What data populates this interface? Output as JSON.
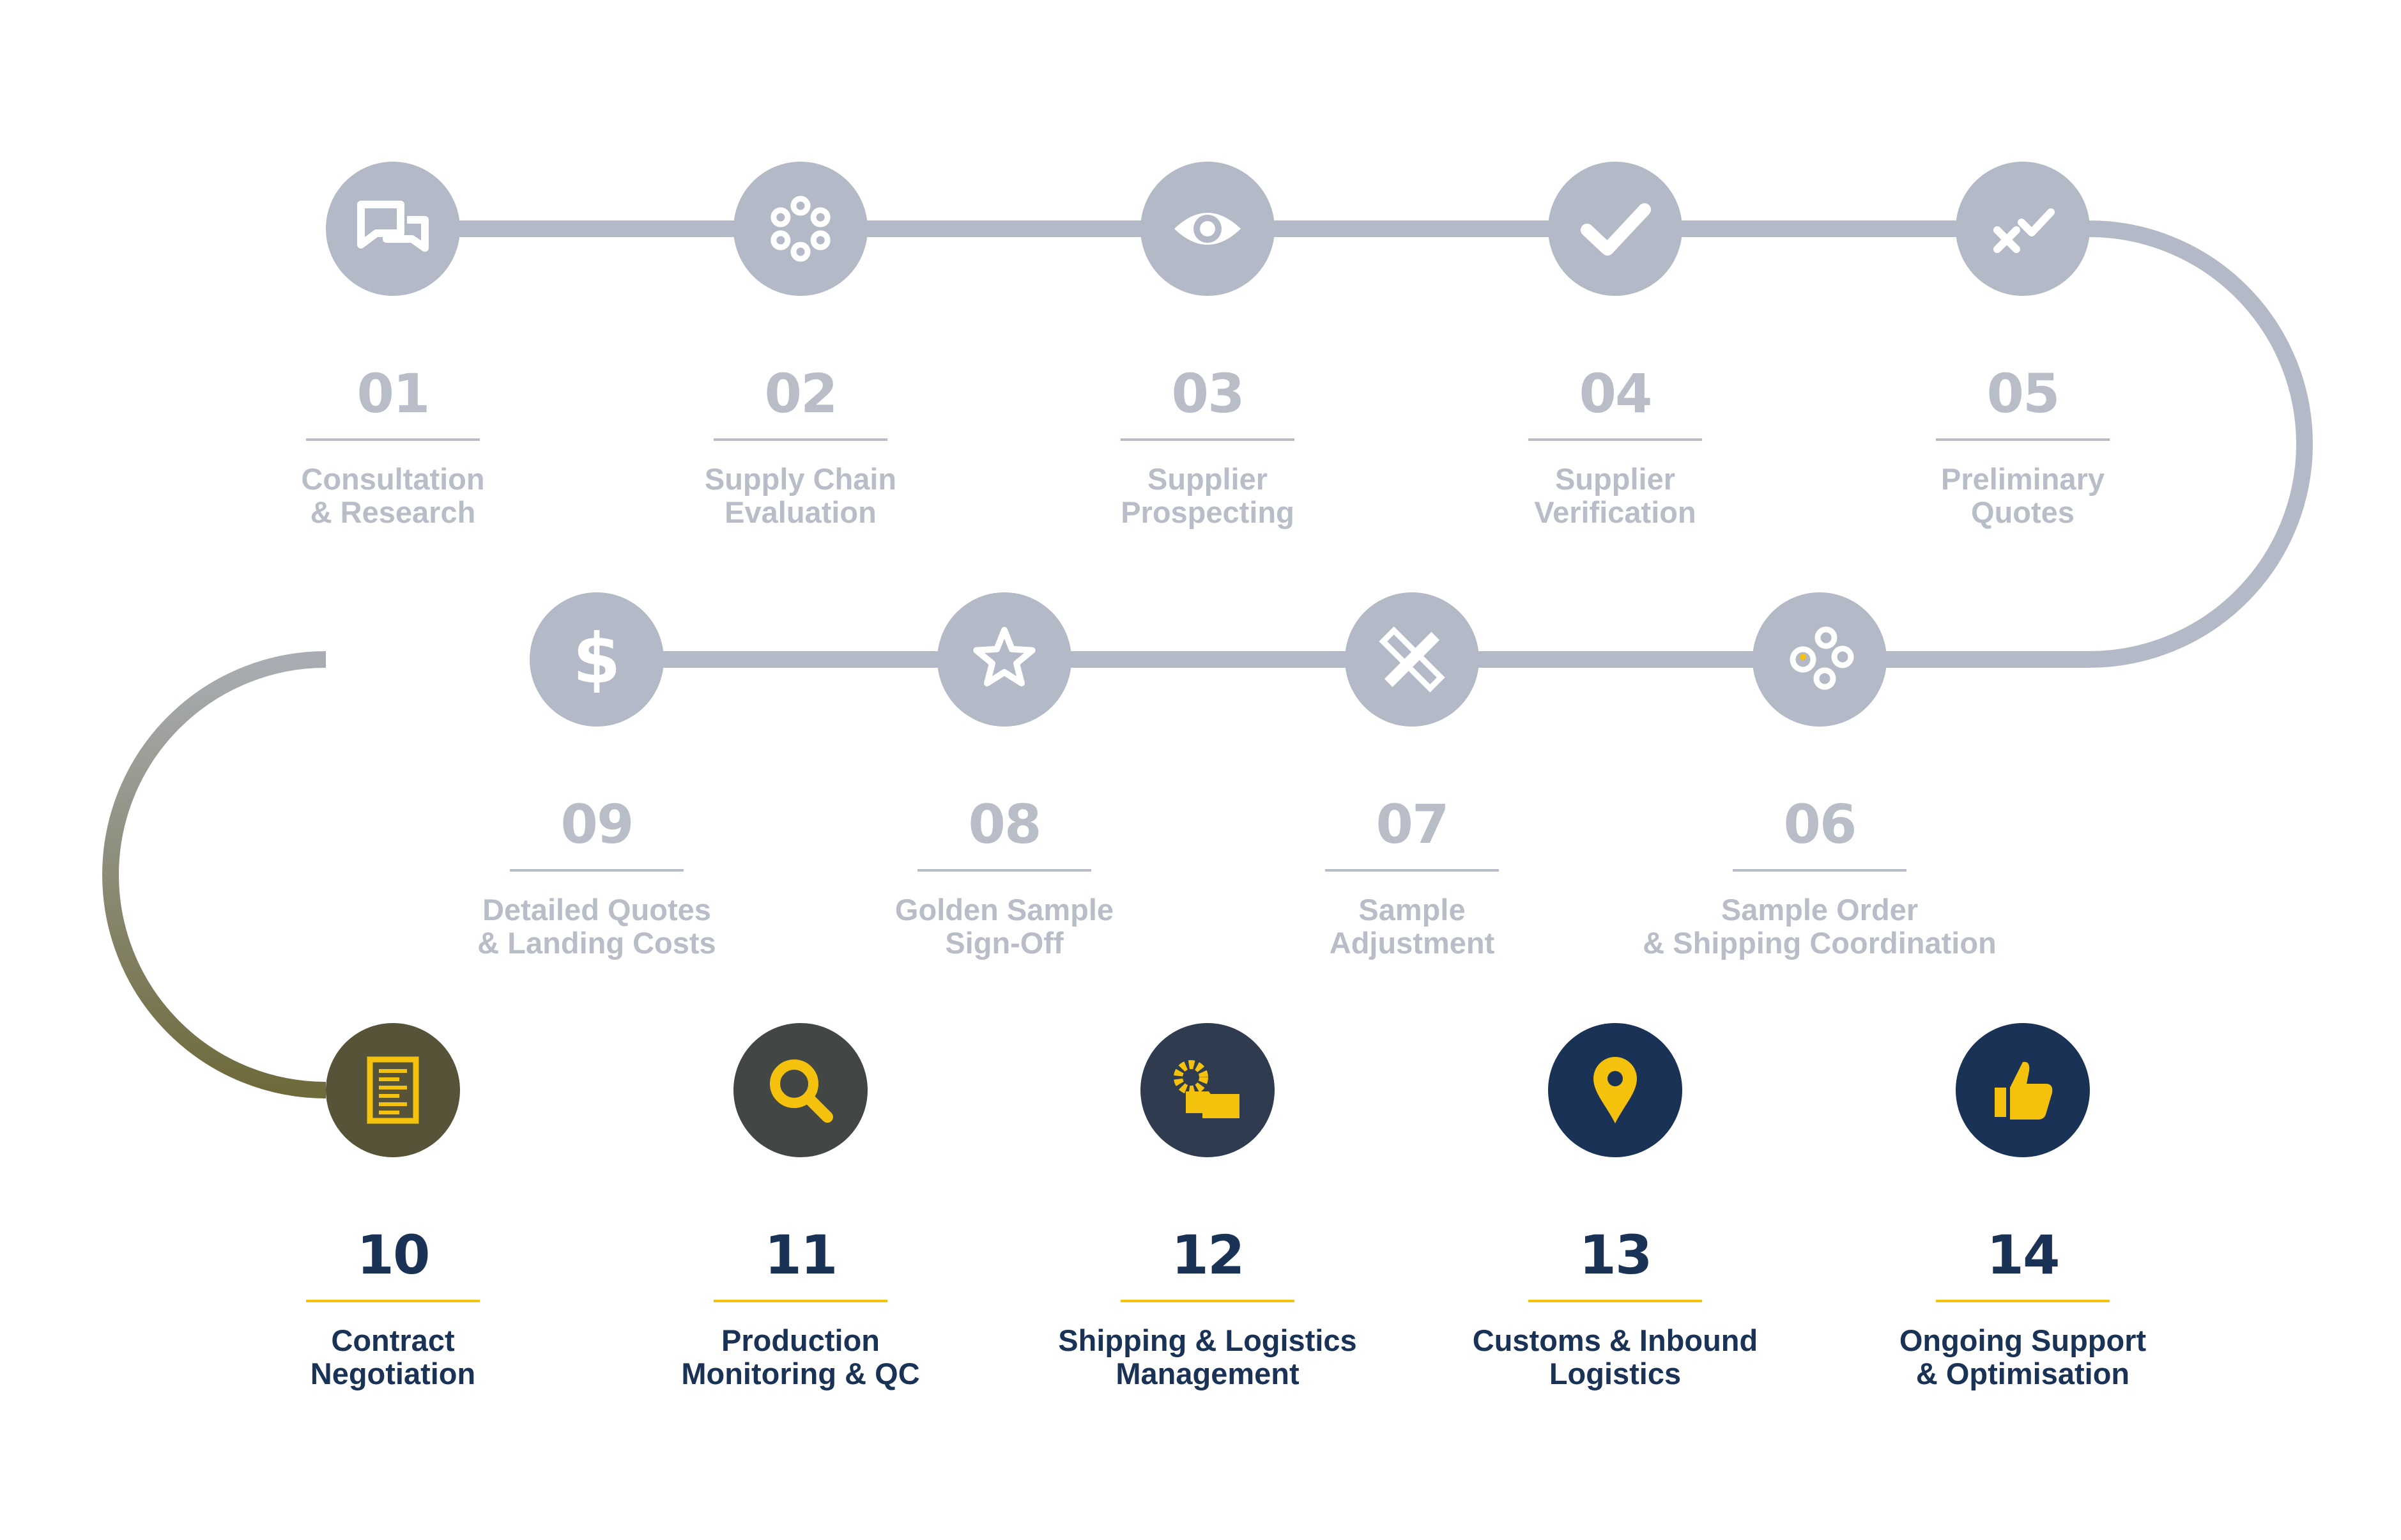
{
  "colors": {
    "inactive_gray": "#b3b9c6",
    "inactive_text": "#b8bdc8",
    "inactive_divider": "#b8bdc8",
    "active_navy": "#1b3257",
    "active_olive": "#5a5637",
    "active_slate": "#424746",
    "active_dark": "#2c3a4e",
    "accent_yellow": "#f4c20d",
    "path_olive": "#6e6a3b",
    "icon_white": "#ffffff"
  },
  "steps": [
    {
      "number": "01",
      "label_line1": "Consultation",
      "label_line2": "& Research",
      "icon": "chat-bubbles-icon",
      "active": false
    },
    {
      "number": "02",
      "label_line1": "Supply Chain",
      "label_line2": "Evaluation",
      "icon": "circle-of-dots-icon",
      "active": false
    },
    {
      "number": "03",
      "label_line1": "Supplier",
      "label_line2": "Prospecting",
      "icon": "eye-icon",
      "active": false
    },
    {
      "number": "04",
      "label_line1": "Supplier",
      "label_line2": "Verification",
      "icon": "checkmark-icon",
      "active": false
    },
    {
      "number": "05",
      "label_line1": "Preliminary",
      "label_line2": "Quotes",
      "icon": "cross-check-icon",
      "active": false
    },
    {
      "number": "06",
      "label_line1": "Sample Order",
      "label_line2": "& Shipping Coordination",
      "icon": "network-nodes-icon",
      "active": false
    },
    {
      "number": "07",
      "label_line1": "Sample",
      "label_line2": "Adjustment",
      "icon": "ruler-pencil-icon",
      "active": false
    },
    {
      "number": "08",
      "label_line1": "Golden Sample",
      "label_line2": "Sign-Off",
      "icon": "star-icon",
      "active": false
    },
    {
      "number": "09",
      "label_line1": "Detailed Quotes",
      "label_line2": "& Landing Costs",
      "icon": "dollar-icon",
      "active": false
    },
    {
      "number": "10",
      "label_line1": "Contract",
      "label_line2": "Negotiation",
      "icon": "document-icon",
      "active": true
    },
    {
      "number": "11",
      "label_line1": "Production",
      "label_line2": "Monitoring & QC",
      "icon": "magnifier-icon",
      "active": true
    },
    {
      "number": "12",
      "label_line1": "Shipping & Logistics",
      "label_line2": "Management",
      "icon": "gear-truck-icon",
      "active": true
    },
    {
      "number": "13",
      "label_line1": "Customs & Inbound",
      "label_line2": "Logistics",
      "icon": "location-pin-icon",
      "active": true
    },
    {
      "number": "14",
      "label_line1": "Ongoing Support",
      "label_line2": "& Optimisation",
      "icon": "thumbs-up-icon",
      "active": true
    }
  ]
}
